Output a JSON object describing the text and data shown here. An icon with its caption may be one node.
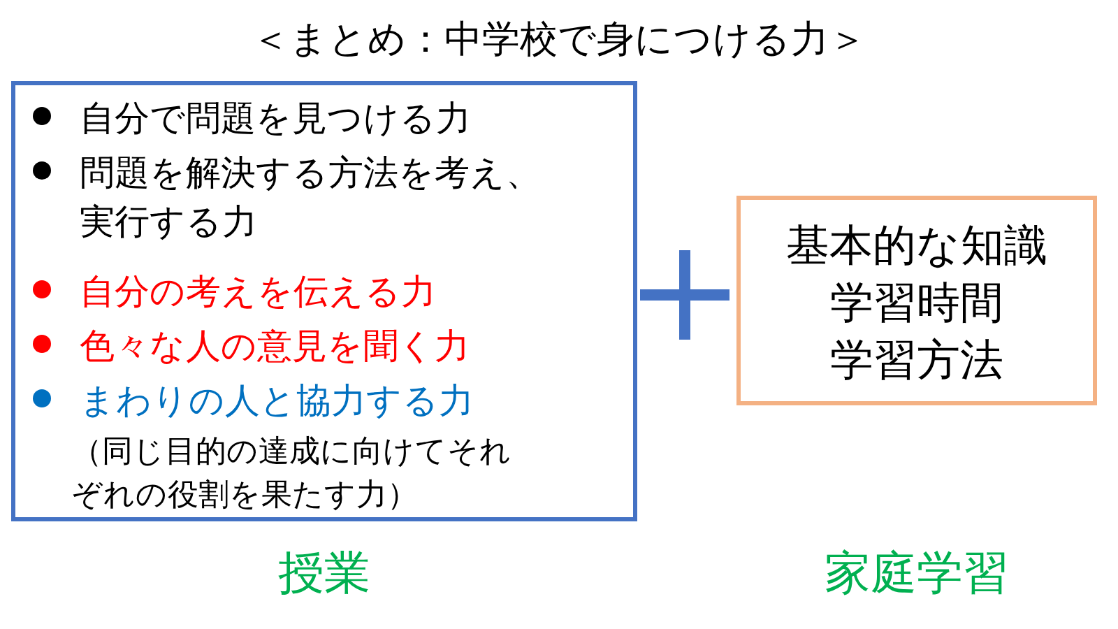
{
  "diagram": {
    "title": "＜まとめ：中学校で身につける力＞",
    "nodes": [
      {
        "text": [
          "自分で問題を見つける力",
          "問題を解決する方法を考え、実行する力",
          "自分の考えを伝える力",
          "色々な人の意見を聞く力",
          "まわりの人と協力する力",
          "（同じ目的の達成に向けてそれぞれの役割を果たす力）"
        ],
        "beside": [
          "授業"
        ]
      },
      {
        "text": [
          "基本的な知識",
          "学習時間",
          "学習方法"
        ],
        "beside": [
          "家庭学習"
        ]
      }
    ]
  }
}
